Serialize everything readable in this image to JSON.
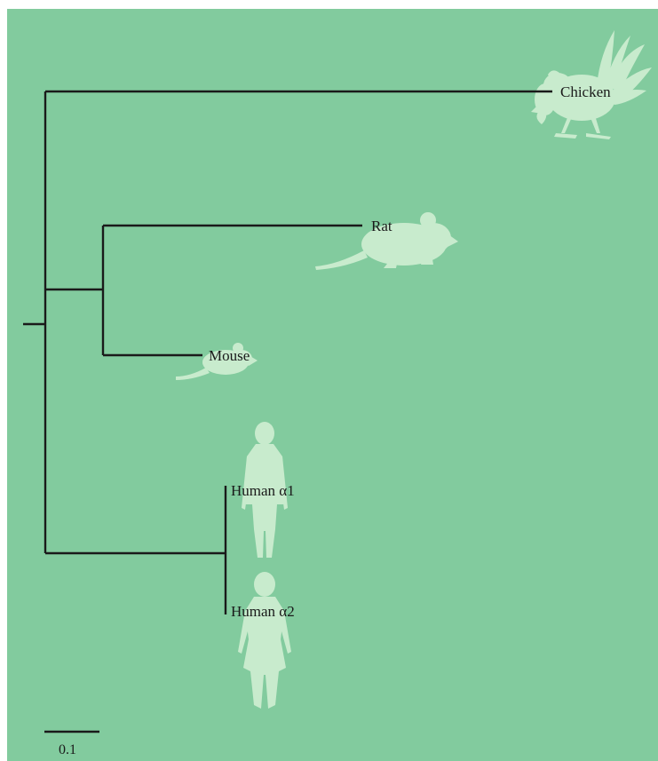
{
  "tree": {
    "leaves": {
      "chicken": "Chicken",
      "rat": "Rat",
      "mouse": "Mouse",
      "human_a1": "Human α1",
      "human_a2": "Human α2"
    },
    "scale_bar": {
      "label": "0.1"
    }
  },
  "colors": {
    "background": "#82cb9e",
    "silhouette": "#c8ebcd",
    "branch": "#1a1a1a"
  },
  "icons": {
    "chicken": "chicken-silhouette-icon",
    "rat": "rat-silhouette-icon",
    "mouse": "mouse-silhouette-icon",
    "human_a1": "human-female-silhouette-icon",
    "human_a2": "human-female-silhouette-icon"
  }
}
